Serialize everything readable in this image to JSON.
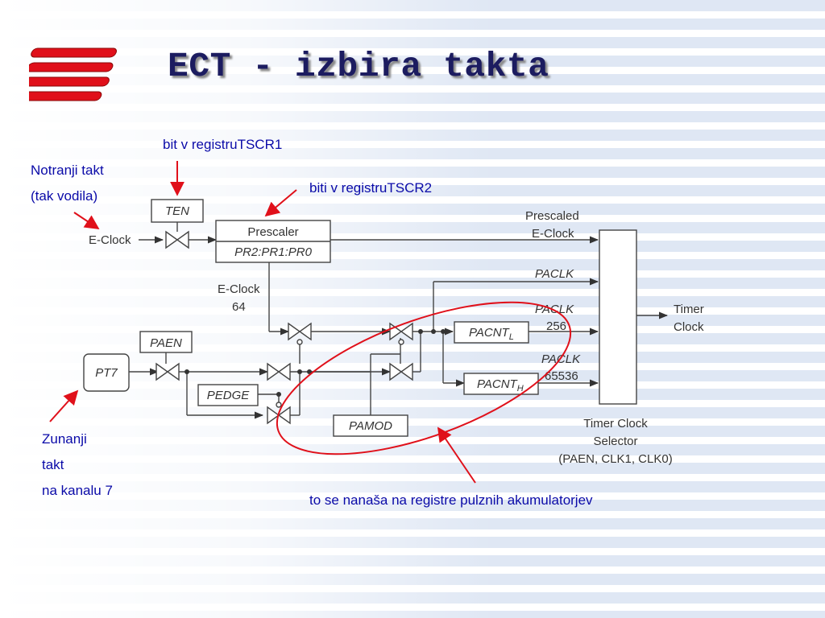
{
  "title": "ECT - izbira takta",
  "annotations": {
    "ten_bit": "bit v registruTSCR1",
    "prescaler_bits": "biti v registruTSCR2",
    "internal_clock": [
      "Notranji takt",
      "(tak vodila)"
    ],
    "external_clock": [
      "Zunanji",
      "takt",
      "na kanalu 7"
    ],
    "pulse_acc_note": "to se nanaša na registre pulznih akumulatorjev"
  },
  "diagram": {
    "eclock": "E-Clock",
    "ten": "TEN",
    "prescaler": "Prescaler",
    "prescaler_bits": "PR2:PR1:PR0",
    "prescaled": [
      "Prescaled",
      "E-Clock"
    ],
    "eclock64": [
      "E-Clock",
      "64"
    ],
    "paclk": "PACLK",
    "paclk256": [
      "PACLK",
      "256"
    ],
    "paclk65536": [
      "PACLK",
      "65536"
    ],
    "pacntl": "PACNT",
    "pacntl_sub": "L",
    "pacnth": "PACNT",
    "pacnth_sub": "H",
    "paen": "PAEN",
    "pt7": "PT7",
    "pedge": "PEDGE",
    "pamod": "PAMOD",
    "timer_clock": [
      "Timer",
      "Clock"
    ],
    "selector": [
      "Timer Clock",
      "Selector",
      "(PAEN, CLK1, CLK0)"
    ]
  },
  "colors": {
    "title": "#1c1c60",
    "annotation": "#0a0aa8",
    "arrow": "#e0101a",
    "logo": "#e0101a"
  }
}
